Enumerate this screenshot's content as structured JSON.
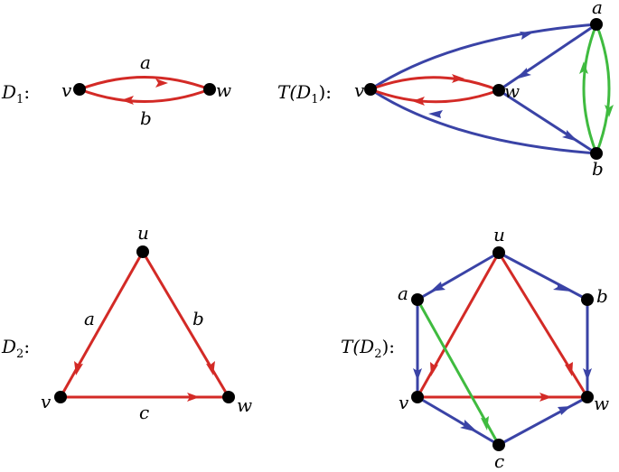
{
  "colors": {
    "red": "#d32a26",
    "blue": "#3a43a6",
    "green": "#3fbb3f",
    "node": "#000000"
  },
  "panels": {
    "d1": {
      "label_main": "D",
      "label_sub": "1",
      "label_suffix": ":",
      "vertices": {
        "v": "v",
        "w": "w"
      },
      "edges": {
        "a": "a",
        "b": "b"
      }
    },
    "td1": {
      "label_prefix": "T(D",
      "label_sub": "1",
      "label_suffix": "):",
      "vertices": {
        "v": "v",
        "w": "w",
        "a": "a",
        "b": "b"
      }
    },
    "d2": {
      "label_main": "D",
      "label_sub": "2",
      "label_suffix": ":",
      "vertices": {
        "u": "u",
        "v": "v",
        "w": "w"
      },
      "edges": {
        "a": "a",
        "b": "b",
        "c": "c"
      }
    },
    "td2": {
      "label_prefix": "T(D",
      "label_sub": "2",
      "label_suffix": "):",
      "vertices": {
        "u": "u",
        "v": "v",
        "w": "w",
        "a": "a",
        "b": "b",
        "c": "c"
      }
    }
  }
}
